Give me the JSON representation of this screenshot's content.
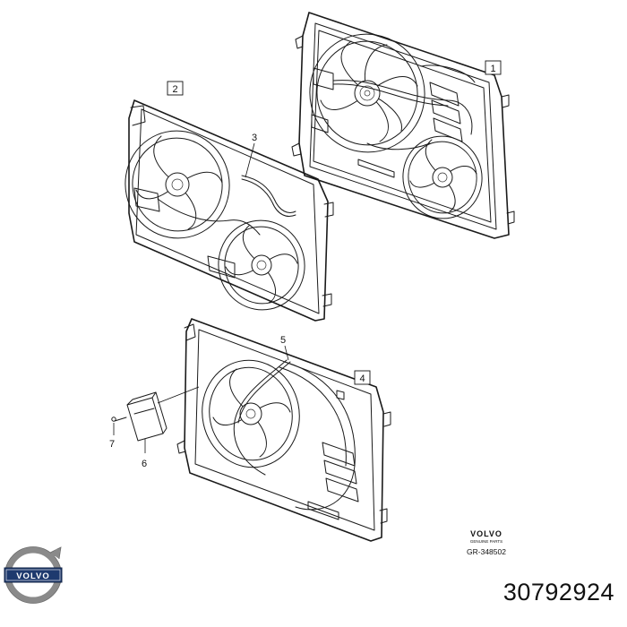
{
  "callouts": {
    "c1": "1",
    "c2": "2",
    "c3": "3",
    "c4": "4",
    "c5": "5",
    "c6": "6",
    "c7": "7"
  },
  "brand_stamp": {
    "wordmark": "VOLVO",
    "subtitle": "GENUINE PARTS",
    "reference": "GR-348502"
  },
  "logo": {
    "wordmark": "VOLVO",
    "icon": "volvo-iron-mark-icon"
  },
  "part_number": "30792924",
  "colors": {
    "line": "#1a1a1a",
    "logo_ring": "#8a8a8a",
    "logo_band": "#1e3a6e"
  }
}
